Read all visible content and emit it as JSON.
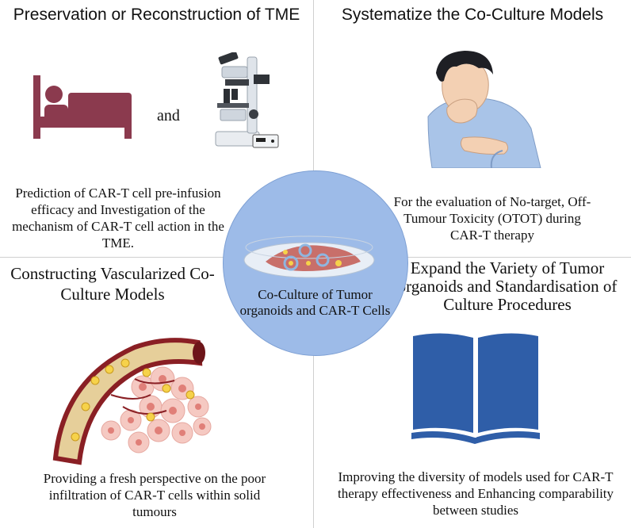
{
  "quadrants": {
    "top_left": {
      "title": "Preservation or Reconstruction of TME",
      "connector": "and",
      "description": "Prediction of CAR-T cell pre-infusion efficacy and Investigation of the mechanism of CAR-T cell action in the TME."
    },
    "top_right": {
      "title": "Systematize the Co-Culture Models",
      "description": "For the evaluation of No-target, Off-Tumour Toxicity (OTOT) during CAR-T therapy"
    },
    "bottom_left": {
      "title": "Constructing Vascularized Co-Culture Models",
      "description": "Providing a fresh perspective on the poor infiltration of CAR-T cells within solid tumours"
    },
    "bottom_right": {
      "title": "Expand the Variety of Tumor organoids and Standardisation of Culture Procedures",
      "description": "Improving the diversity of models used for CAR-T therapy effectiveness and Enhancing comparability between studies"
    }
  },
  "center": {
    "label": "Co-Culture of Tumor organoids and CAR-T Cells"
  },
  "colors": {
    "bed": "#8b3a4e",
    "circle": "#9dbbe8",
    "book": "#2f5ea8",
    "vessel": "#8a1f24",
    "shirt": "#a9c4e8"
  },
  "icons": [
    "hospital-bed-icon",
    "microscope-icon",
    "sick-person-icon",
    "petri-dish-icon",
    "blood-vessel-icon",
    "open-book-icon"
  ]
}
